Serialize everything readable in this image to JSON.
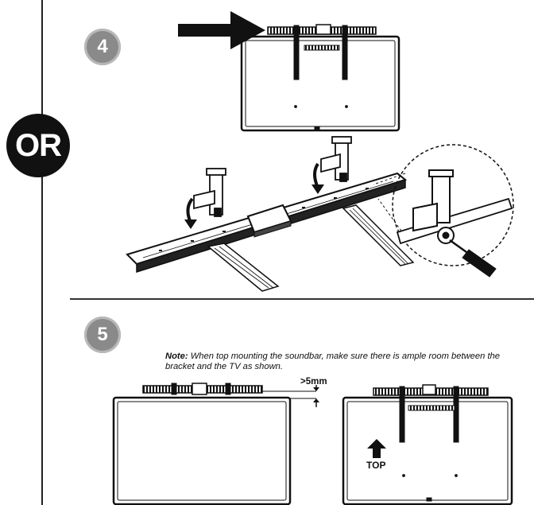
{
  "badge_or": "OR",
  "steps": {
    "four": "4",
    "five": "5"
  },
  "note": {
    "label": "Note:",
    "text": "When top mounting the soundbar, make sure there is ample room between the bracket and the TV as shown."
  },
  "gap_label": ">5mm",
  "top_label": "TOP"
}
